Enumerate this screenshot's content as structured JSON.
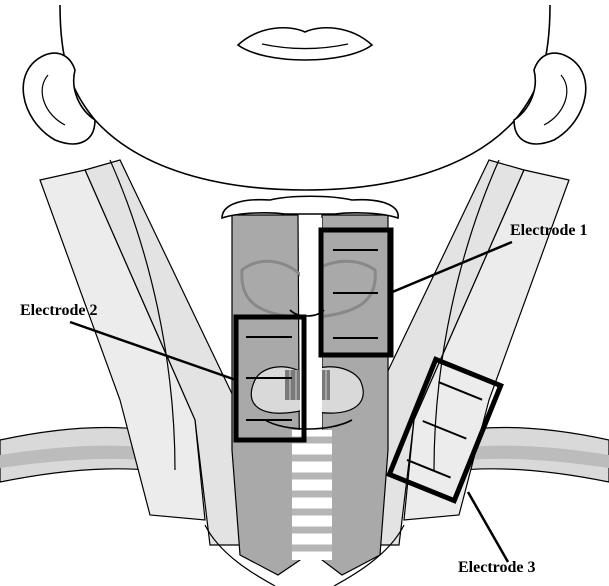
{
  "labels": {
    "electrode_1": "Electrode 1",
    "electrode_2": "Electrode 2",
    "electrode_3": "Electrode 3"
  },
  "colors": {
    "outline": "#000000",
    "muscle_fill": "#d9d9d9",
    "dark_muscle_fill": "#a9a9a9",
    "muscle_band": "#bcbcbc",
    "background": "#ffffff"
  }
}
